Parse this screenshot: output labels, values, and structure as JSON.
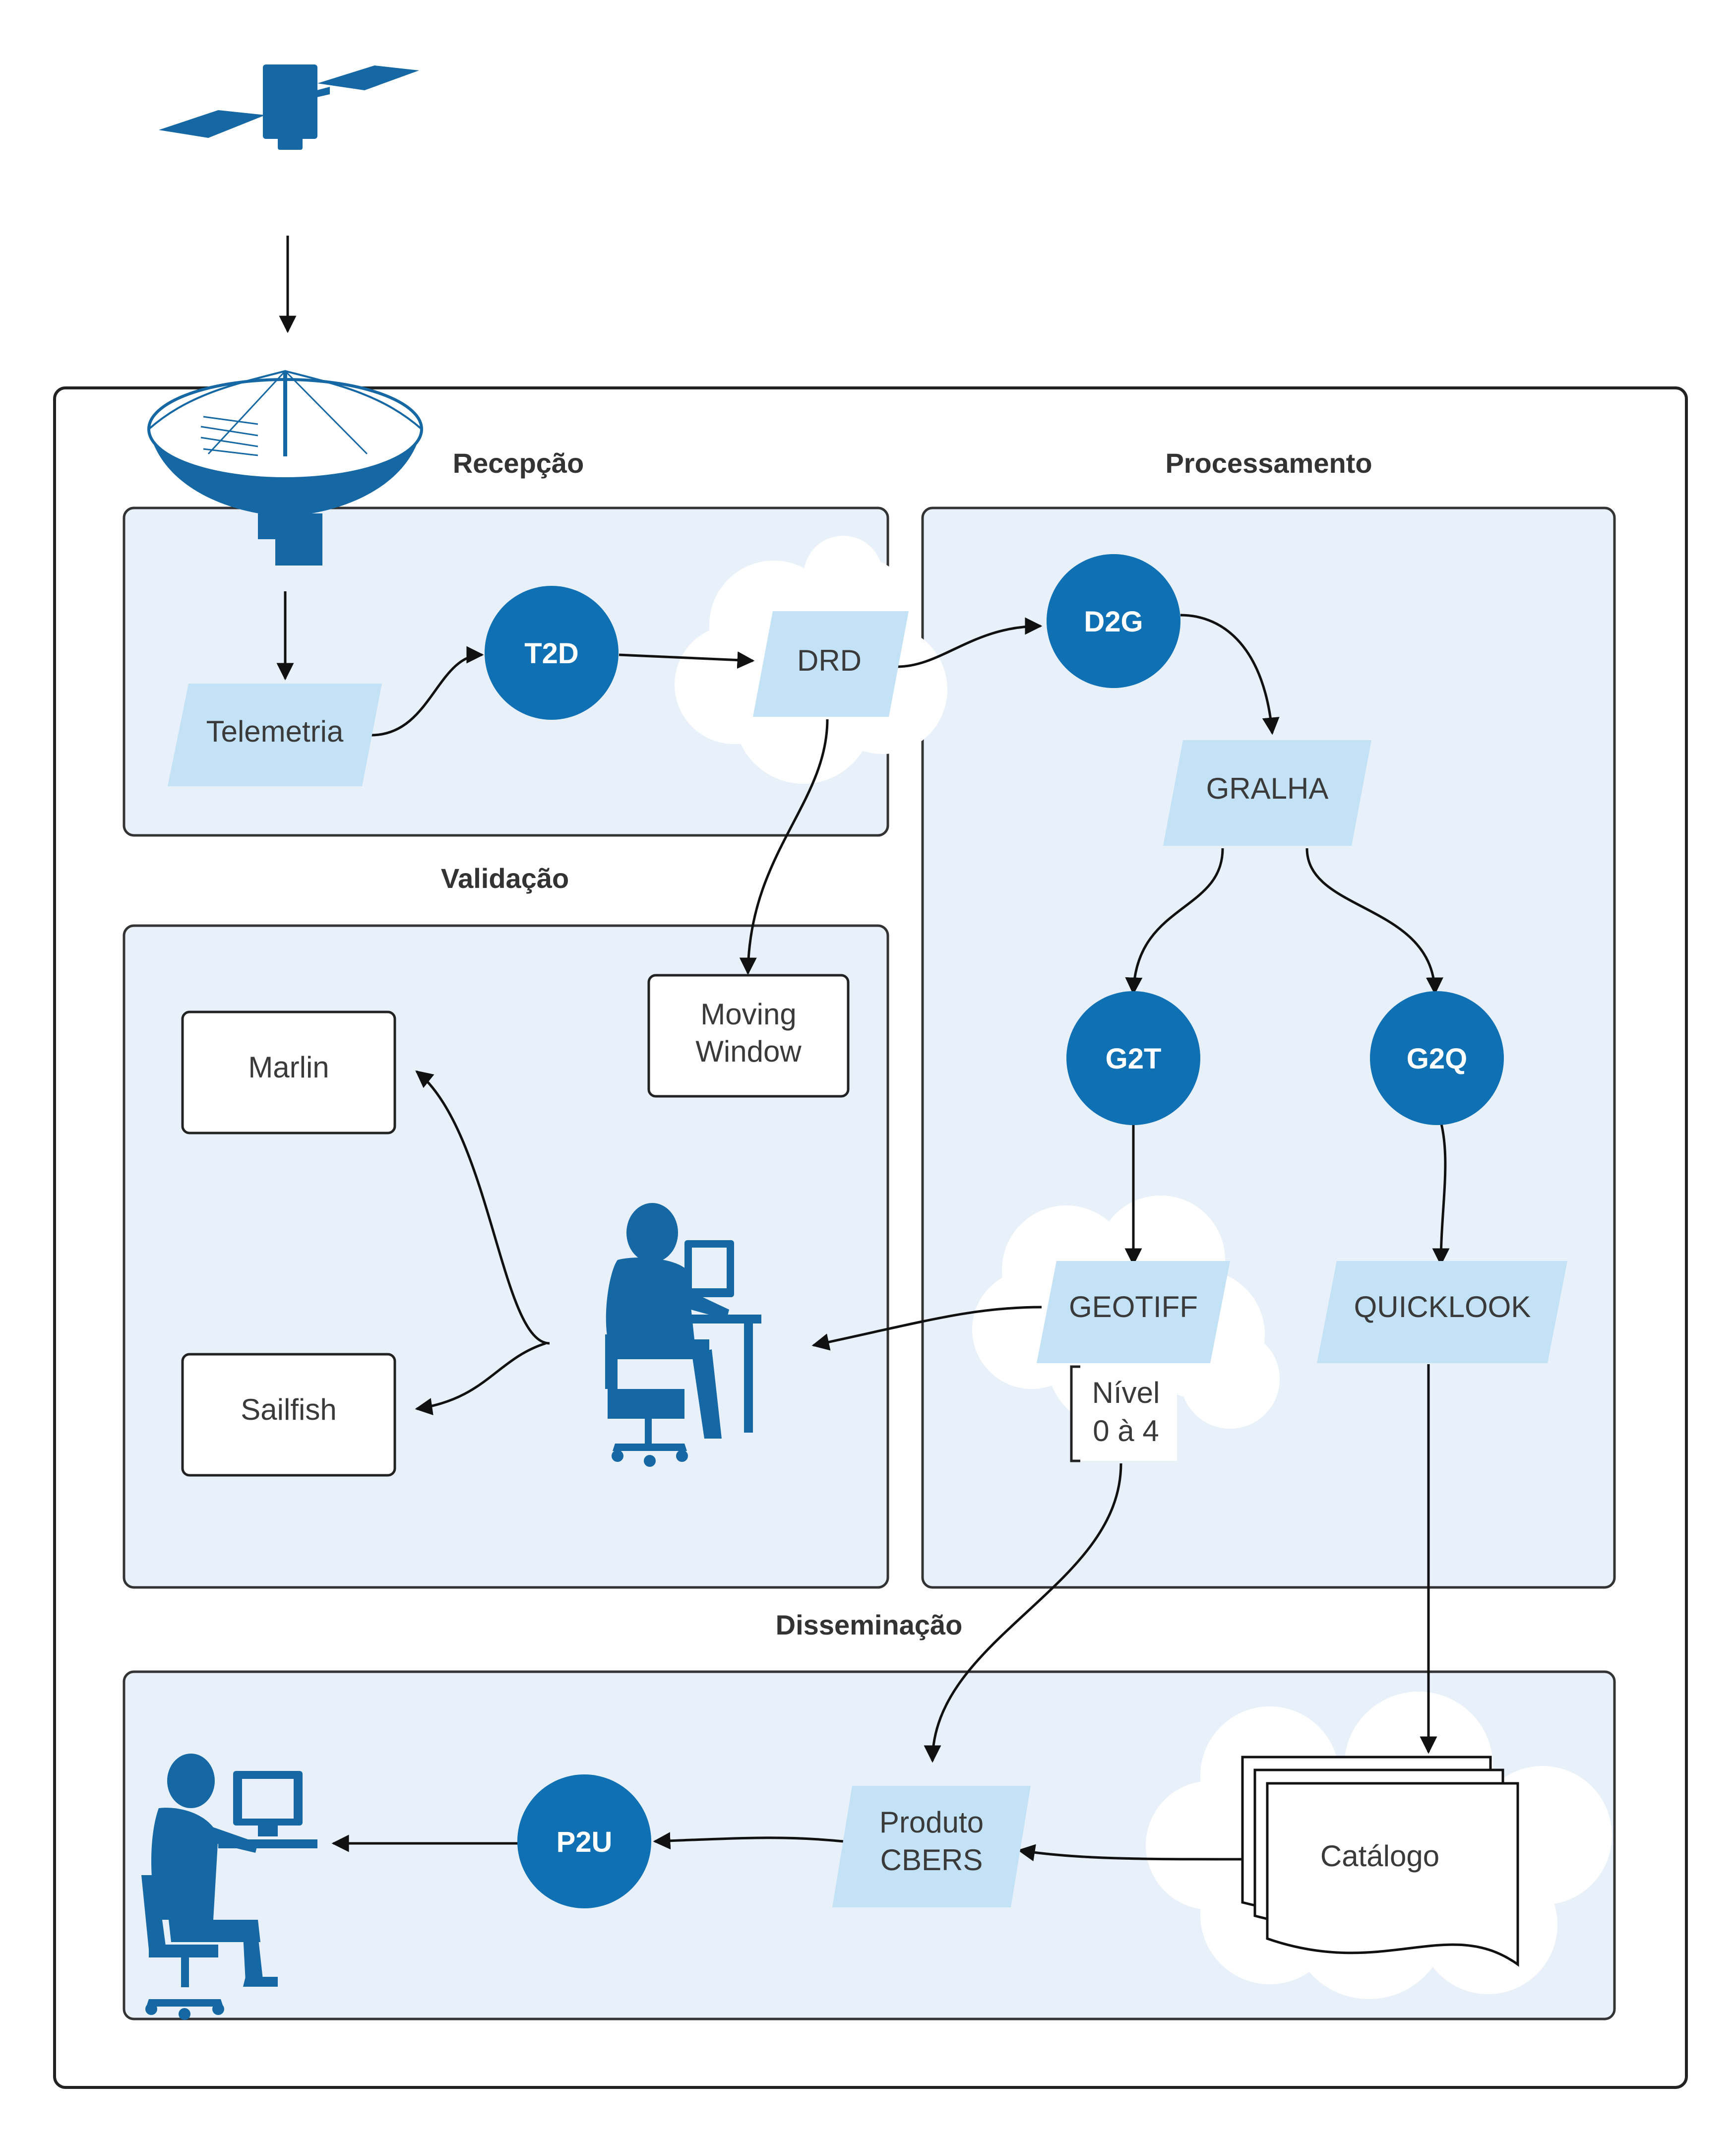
{
  "colors": {
    "panel_fill": "#e8f1fa",
    "circle_fill": "#0f70b4",
    "parallelogram_fill": "#c3e2f5",
    "icon_fill": "#1668a5",
    "cloud_fill": "#ffffff",
    "line": "#111111"
  },
  "sections": {
    "recepcao": "Recepção",
    "processamento": "Processamento",
    "validacao": "Validação",
    "disseminacao": "Disseminação"
  },
  "nodes": {
    "telemetria": "Telemetria",
    "t2d": "T2D",
    "drd": "DRD",
    "d2g": "D2G",
    "gralha": "GRALHA",
    "g2t": "G2T",
    "g2q": "G2Q",
    "geotiff": "GEOTIFF",
    "quicklook": "QUICKLOOK",
    "nivel_line1": "Nível",
    "nivel_line2": "0 à 4",
    "moving_line1": "Moving",
    "moving_line2": "Window",
    "marlin": "Marlin",
    "sailfish": "Sailfish",
    "p2u": "P2U",
    "produto_line1": "Produto",
    "produto_line2": "CBERS",
    "catalogo": "Catálogo"
  },
  "icons": {
    "satellite": "satellite-icon",
    "antenna": "satellite-dish-icon",
    "validator": "person-at-computer-icon",
    "end_user": "person-at-computer-icon"
  }
}
